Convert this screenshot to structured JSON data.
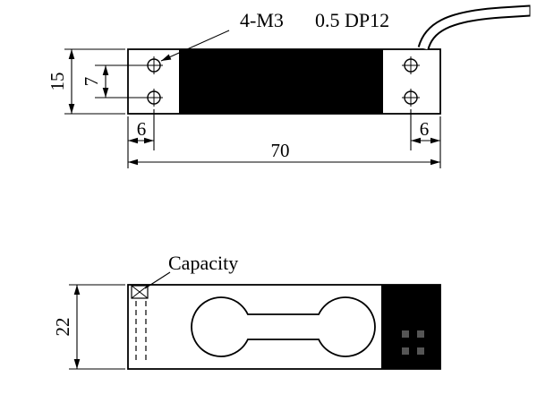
{
  "figure": {
    "type": "load-cell-technical-drawing",
    "views": {
      "top": {
        "callout_thread": "4-M3",
        "callout_depth": "0.5 DP12",
        "dims": {
          "height": "15",
          "hole_spacing": "7",
          "edge_to_hole_left": "6",
          "overall_length": "70",
          "edge_to_hole_right": "6"
        }
      },
      "side": {
        "capacity_label": "Capacity",
        "dims": {
          "height": "22"
        }
      }
    }
  },
  "colors": {
    "ink": "#000000",
    "paper": "#ffffff",
    "block_fill": "#000000"
  }
}
